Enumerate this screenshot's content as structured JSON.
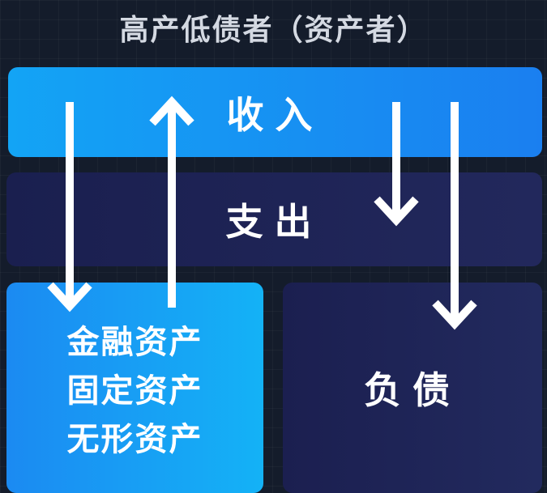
{
  "title": "高产低债者（资产者）",
  "income": {
    "label": "收入"
  },
  "expense": {
    "label": "支出"
  },
  "assets": {
    "lines": [
      "金融资产",
      "固定资产",
      "无形资产"
    ]
  },
  "liability": {
    "label": "负债"
  },
  "colors": {
    "income": "#1a8ff3",
    "expense": "#1e2356",
    "assets": "#1a9ef4",
    "liability": "#1e2356",
    "arrow": "#ffffff"
  }
}
